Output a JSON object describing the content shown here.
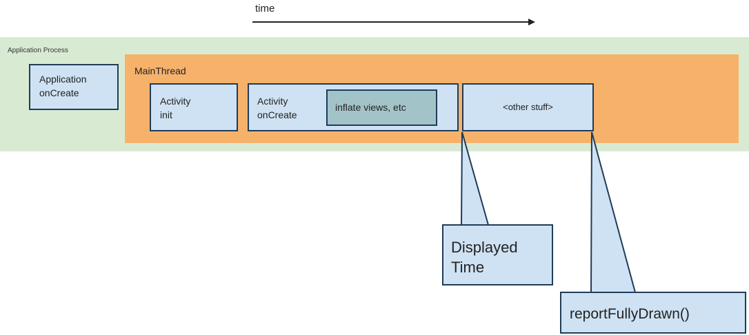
{
  "timeline": {
    "label": "time"
  },
  "application_process": {
    "label": "Application Process",
    "application_oncreate": [
      "Application",
      "onCreate"
    ]
  },
  "main_thread": {
    "label": "MainThread",
    "activity_init": [
      "Activity",
      "init"
    ],
    "activity_oncreate": [
      "Activity",
      "onCreate"
    ],
    "inflate_views": "inflate views, etc",
    "other_stuff": "<other stuff>"
  },
  "callouts": {
    "displayed_time": [
      "Displayed",
      "Time"
    ],
    "report_fully_drawn": "reportFullyDrawn()"
  },
  "colors": {
    "application_process_bg": "#d9ead3",
    "main_thread_bg": "#f6b26b",
    "box_bg": "#cfe2f3",
    "inflate_bg": "#a2c4c9",
    "border": "#1f3b57"
  }
}
